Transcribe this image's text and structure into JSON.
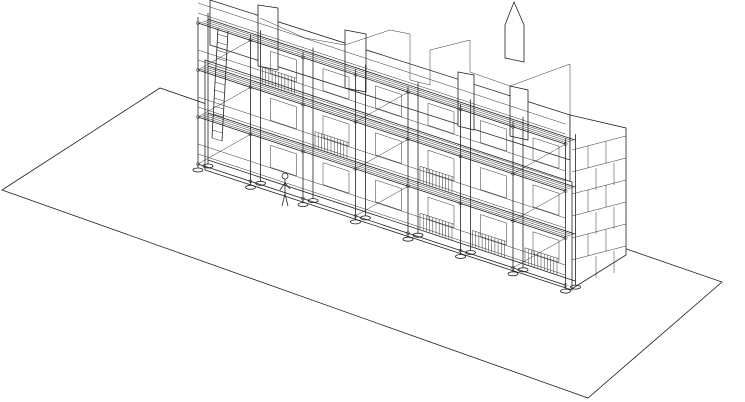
{
  "drawing": {
    "style": "isometric line drawing",
    "colors": {
      "line": "#222222",
      "background": "#ffffff"
    },
    "bays": 7,
    "levels": 3
  }
}
